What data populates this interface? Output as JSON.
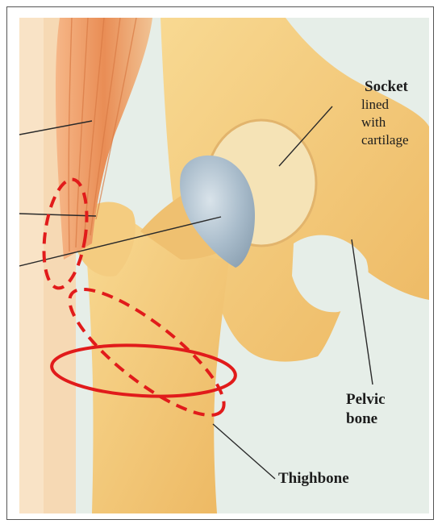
{
  "labels": {
    "socket": {
      "title": "Socket",
      "lines": [
        "lined",
        "with",
        "cartilage"
      ]
    },
    "pelvic": {
      "lines": [
        "Pelvic",
        "bone"
      ]
    },
    "thighbone": {
      "title": "Thighbone"
    }
  },
  "colors": {
    "background": "#e6eee8",
    "bone": "#f3c87a",
    "bone_shadow": "#e8ad55",
    "muscle": "#e9905a",
    "cartilage": "#b9c9d4",
    "annotation": "#e11b1b",
    "leader": "#2a2a2a"
  }
}
